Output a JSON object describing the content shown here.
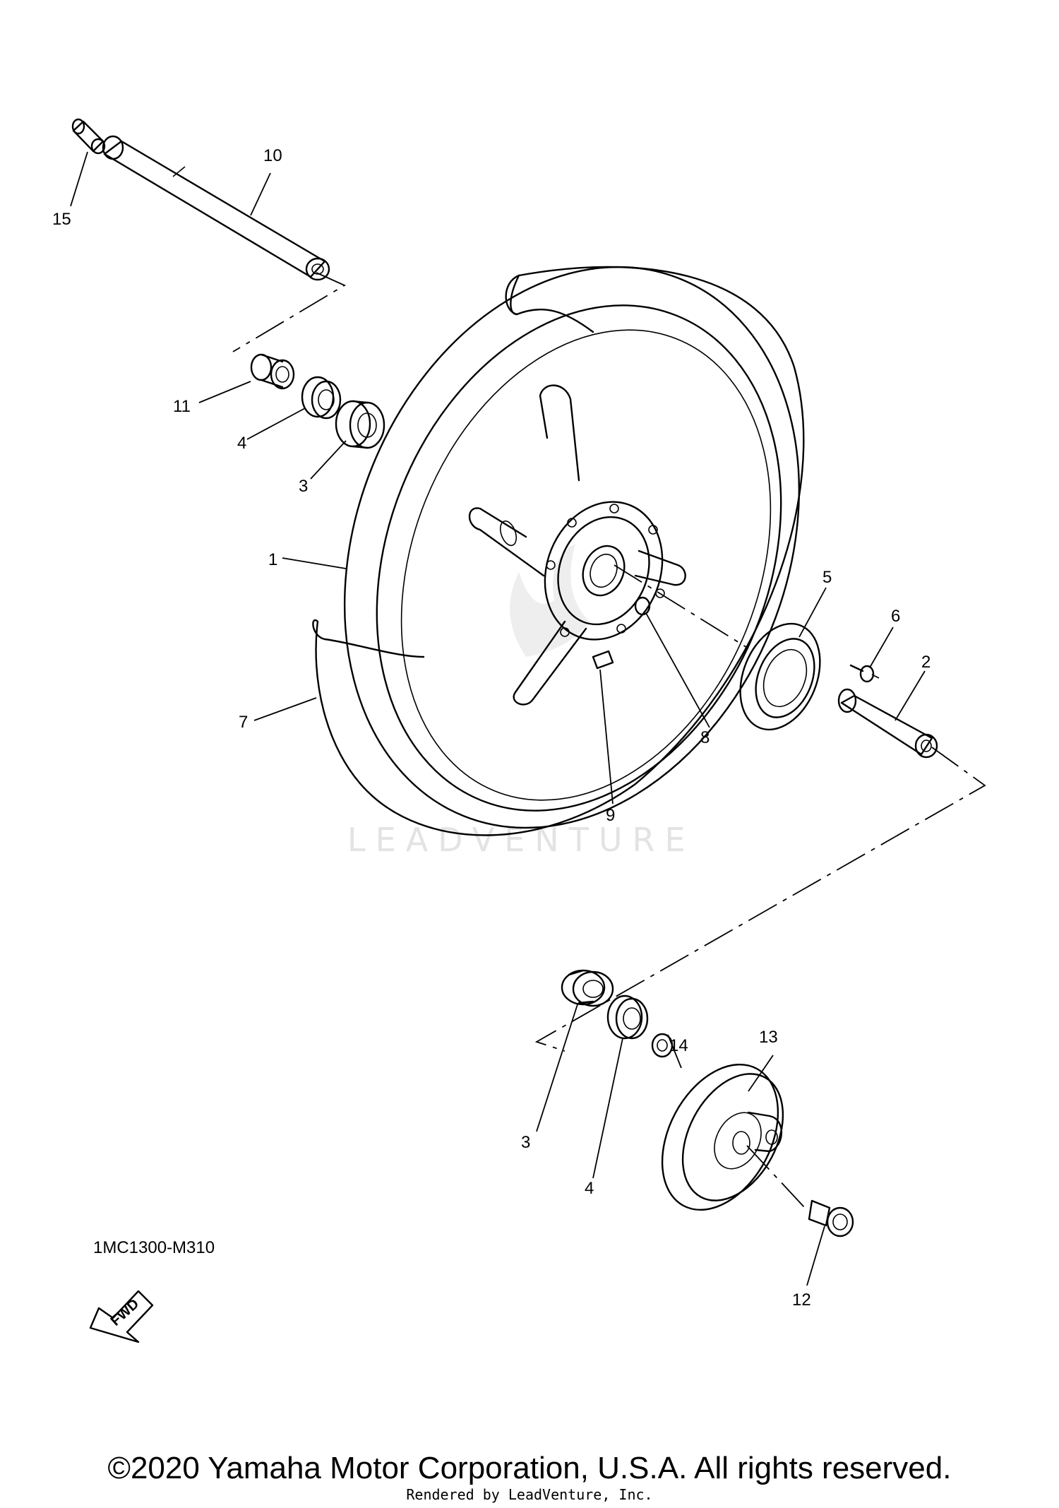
{
  "diagram": {
    "callouts": [
      "1",
      "2",
      "3",
      "3",
      "4",
      "4",
      "5",
      "6",
      "7",
      "8",
      "9",
      "10",
      "11",
      "12",
      "13",
      "14",
      "15"
    ],
    "fwd_label": "FWD",
    "drawing_code": "1MC1300-M310",
    "watermark": "LEADVENTURE",
    "copyright": "©2020 Yamaha Motor Corporation, U.S.A. All rights reserved.",
    "rendered_by": "Rendered by LeadVenture, Inc."
  }
}
